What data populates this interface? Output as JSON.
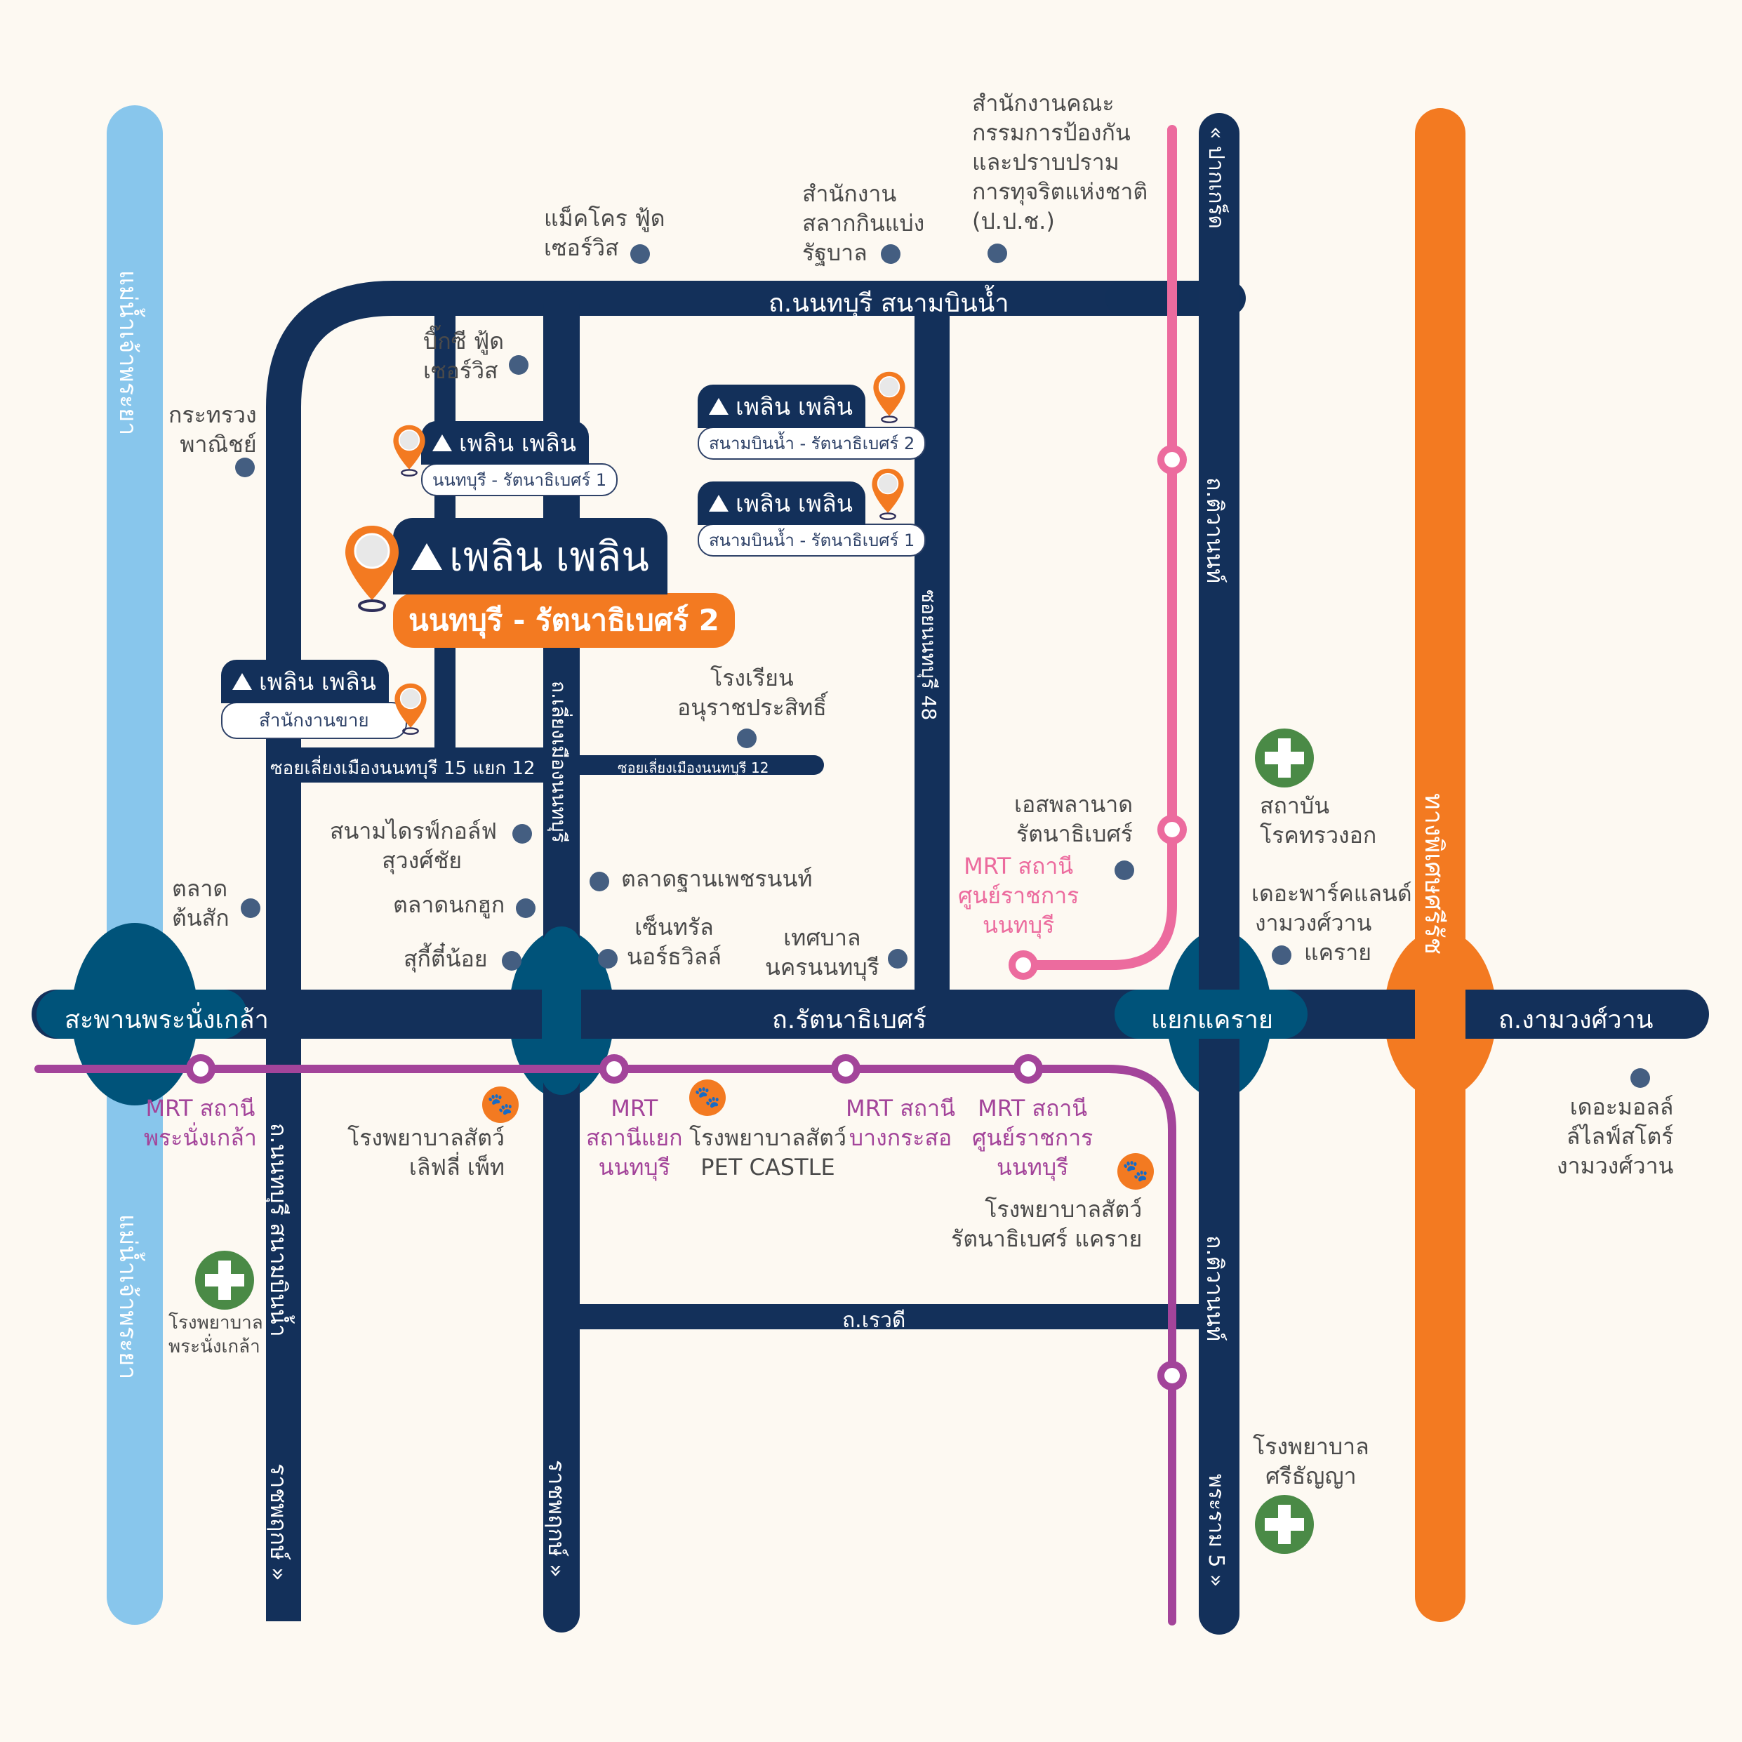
{
  "title": "แผนที่โครงการ เพลิน เพลิน",
  "colors": {
    "background": "#fdf9f2",
    "road": "#13305a",
    "interchange": "#00537a",
    "river": "#88c6ec",
    "expressway": "#f37a21",
    "mrt_purple": "#a3449a",
    "mrt_pink": "#ec6b9e",
    "poi_dot": "#445e81",
    "hospital": "#4a8a46",
    "pet_hospital": "#f37a21"
  },
  "roads": {
    "top": "ถ.นนทบุรี สนามบินน้ำ",
    "main": "ถ.รัตนาธิเบศร์",
    "west_end": "สะพานพระนั่งเกล้า",
    "junction": "แยกแคราย",
    "east": "ถ.งามวงศ์วาน",
    "soi_15_12": "ซอยเลี่ยงเมืองนนทบุรี 15 แยก 12",
    "soi_12": "ซอยเลี่ยงเมืองนนทบุรี 12",
    "soi_48": "ซอยนนทบุรี 48",
    "bypass": "ถ.เลี่ยงเมืองนนทบุรี",
    "rewadee": "ถ.เรวดี",
    "tiwanon_north": "ถ.ติวานนท์",
    "tiwanon_north_dir": "ปากเกร็ด",
    "tiwanon_south": "ถ.ติวานนท์",
    "tiwanon_south_dir": "พระราม 5",
    "sanambinnam_south": "ถ.นนทบุรี สนามบินน้ำ",
    "ratchaphruek_west": "ราชพฤกษ์",
    "ratchaphruek_mid": "ราชพฤกษ์",
    "expressway": "ทางพิเศษศรีรัช",
    "river_north": "แม่น้ำเจ้าพระยา",
    "river_south": "แม่น้ำเจ้าพระยา"
  },
  "projects": {
    "main": {
      "brand": "เพลิน เพลิน",
      "branch": "นนทบุรี - รัตนาธิเบศร์ 2"
    },
    "p1": {
      "brand": "เพลิน เพลิน",
      "branch": "นนทบุรี - รัตนาธิเบศร์ 1"
    },
    "p2": {
      "brand": "เพลิน เพลิน",
      "branch": "สนามบินน้ำ - รัตนาธิเบศร์ 2"
    },
    "p3": {
      "brand": "เพลิน เพลิน",
      "branch": "สนามบินน้ำ - รัตนาธิเบศร์ 1"
    },
    "sales": {
      "brand": "เพลิน เพลิน",
      "branch": "สำนักงานขาย"
    }
  },
  "pois": {
    "makro": [
      "แม็คโคร ฟู้ด",
      "เซอร์วิส"
    ],
    "lottery": [
      "สำนักงาน",
      "สลากกินแบ่ง",
      "รัฐบาล"
    ],
    "nacc": [
      "สำนักงานคณะ",
      "กรรมการป้องกัน",
      "และปราบปราม",
      "การทุจริตแห่งชาติ",
      "(ป.ป.ช.)"
    ],
    "bigc": [
      "บิ๊กซี ฟู้ด",
      "เซอร์วิส"
    ],
    "commerce": [
      "กระทรวง",
      "พาณิชย์"
    ],
    "school": [
      "โรงเรียน",
      "อนุราชประสิทธิ์"
    ],
    "esplanade": [
      "เอสพลานาด",
      "รัตนาธิเบศร์"
    ],
    "chest": [
      "สถาบัน",
      "โรคทรวงอก"
    ],
    "golf": [
      "สนามไดรฟ์กอล์ฟ",
      "สุวงศ์ชัย"
    ],
    "thanphet": [
      "ตลาดฐานเพชรนนท์"
    ],
    "tonsak": [
      "ตลาด",
      "ต้นสัก"
    ],
    "nokhook": [
      "ตลาดนกฮูก"
    ],
    "suki": [
      "สุกี้ตี๋น้อย"
    ],
    "central": [
      "เซ็นทรัล",
      "นอร์ธวิลล์"
    ],
    "municipality": [
      "เทศบาล",
      "นครนนทบุรี"
    ],
    "parkland": [
      "เดอะพาร์คแลนด์",
      "งามวงศ์วาน",
      "แคราย"
    ],
    "mall": [
      "เดอะมอลล์",
      "ล์ไลฟ์สโตร์",
      "งามวงศ์วาน"
    ],
    "mall_ghost": "งามวงศ์วาน",
    "hosp_pnk": [
      "โรงพยาบาล",
      "พระนั่งเกล้า"
    ],
    "hosp_sri": [
      "โรงพยาบาล",
      "ศรีธัญญา"
    ],
    "pet_lovely": [
      "โรงพยาบาลสัตว์",
      "เลิฟลี่ เพ็ท"
    ],
    "pet_castle": [
      "โรงพยาบาลสัตว์",
      "PET CASTLE"
    ],
    "pet_khae": [
      "โรงพยาบาลสัตว์",
      "รัตนาธิเบศร์ แคราย"
    ]
  },
  "stations": {
    "pink_center": [
      "MRT สถานี",
      "ศูนย์ราชการ",
      "นนทบุรี"
    ],
    "pnk": [
      "MRT สถานี",
      "พระนั่งเกล้า"
    ],
    "yaek": [
      "MRT",
      "สถานีแยก",
      "นนทบุรี"
    ],
    "bangkraso": [
      "MRT สถานี",
      "บางกระสอ"
    ],
    "center": [
      "MRT สถานี",
      "ศูนย์ราชการ",
      "นนทบุรี"
    ]
  },
  "icons": {
    "paw": "🐾",
    "chevron_up": "«",
    "chevron_down": "»"
  }
}
